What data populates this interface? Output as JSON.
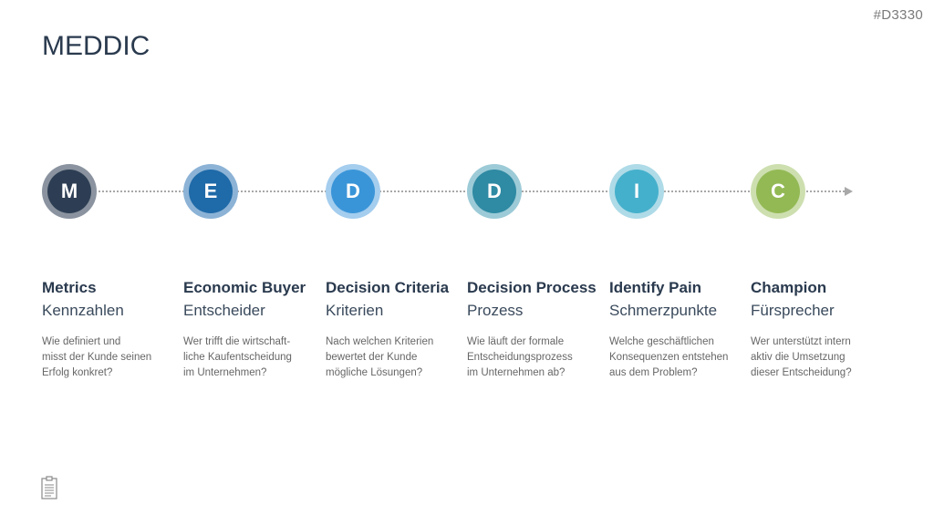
{
  "slide_id": "#D3330",
  "title": "MEDDIC",
  "colors": {
    "title": "#2a3a4e",
    "connector": "#a8a8a8"
  },
  "steps": [
    {
      "letter": "M",
      "title": "Metrics",
      "subtitle": "Kennzahlen",
      "description": "Wie definiert und\nmisst der Kunde seinen\nErfolg konkret?",
      "color": "#2d3e54",
      "ring": "#8a939f"
    },
    {
      "letter": "E",
      "title": "Economic Buyer",
      "subtitle": "Entscheider",
      "description": "Wer trifft die wirtschaft-\nliche Kaufentscheidung\nim Unternehmen?",
      "color": "#1f6aa8",
      "ring": "#8cb3d6"
    },
    {
      "letter": "D",
      "title": "Decision Criteria",
      "subtitle": "Kriterien",
      "description": "Nach welchen Kriterien\nbewertet der Kunde\nmögliche Lösungen?",
      "color": "#3a95d8",
      "ring": "#a4cdee"
    },
    {
      "letter": "D",
      "title": "Decision Process",
      "subtitle": "Prozess",
      "description": "Wie läuft der formale\nEntscheidungsprozess\nim Unternehmen ab?",
      "color": "#2f8aa3",
      "ring": "#9ccbd7"
    },
    {
      "letter": "I",
      "title": "Identify Pain",
      "subtitle": "Schmerzpunkte",
      "description": "Welche geschäftlichen\nKonsequenzen entstehen\naus dem Problem?",
      "color": "#45b0cc",
      "ring": "#aedbe7"
    },
    {
      "letter": "C",
      "title": "Champion",
      "subtitle": "Fürsprecher",
      "description": "Wer unterstützt intern\naktiv die Umsetzung\ndieser Entscheidung?",
      "color": "#93b955",
      "ring": "#cddfaf"
    }
  ],
  "footer_icon": "clipboard-icon"
}
